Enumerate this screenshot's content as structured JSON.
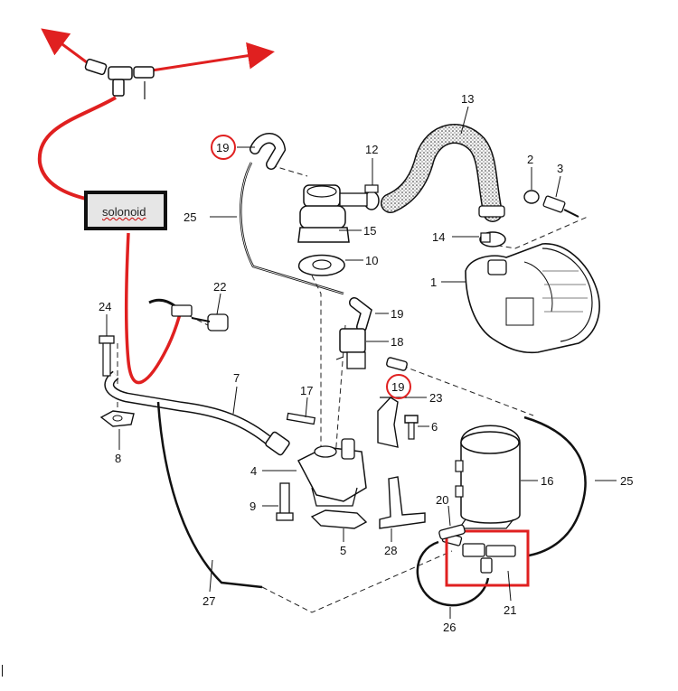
{
  "solenoid_label": "solonoid",
  "callouts": [
    {
      "id": "c1",
      "text": "1"
    },
    {
      "id": "c2",
      "text": "2"
    },
    {
      "id": "c3",
      "text": "3"
    },
    {
      "id": "c4",
      "text": "4"
    },
    {
      "id": "c5",
      "text": "5"
    },
    {
      "id": "c6",
      "text": "6"
    },
    {
      "id": "c7",
      "text": "7"
    },
    {
      "id": "c8",
      "text": "8"
    },
    {
      "id": "c9",
      "text": "9"
    },
    {
      "id": "c10",
      "text": "10"
    },
    {
      "id": "c12",
      "text": "12"
    },
    {
      "id": "c13",
      "text": "13"
    },
    {
      "id": "c14",
      "text": "14"
    },
    {
      "id": "c15",
      "text": "15"
    },
    {
      "id": "c16",
      "text": "16"
    },
    {
      "id": "c17",
      "text": "17"
    },
    {
      "id": "c18",
      "text": "18"
    },
    {
      "id": "c19a",
      "text": "19"
    },
    {
      "id": "c19b",
      "text": "19"
    },
    {
      "id": "c19c",
      "text": "19"
    },
    {
      "id": "c20",
      "text": "20"
    },
    {
      "id": "c21",
      "text": "21"
    },
    {
      "id": "c22",
      "text": "22"
    },
    {
      "id": "c23",
      "text": "23"
    },
    {
      "id": "c24",
      "text": "24"
    },
    {
      "id": "c25a",
      "text": "25"
    },
    {
      "id": "c25b",
      "text": "25"
    },
    {
      "id": "c26",
      "text": "26"
    },
    {
      "id": "c27",
      "text": "27"
    },
    {
      "id": "c28",
      "text": "28"
    }
  ],
  "colors": {
    "annotation": "#e02020",
    "line": "#111111",
    "part_fill": "#f4f4f4"
  }
}
